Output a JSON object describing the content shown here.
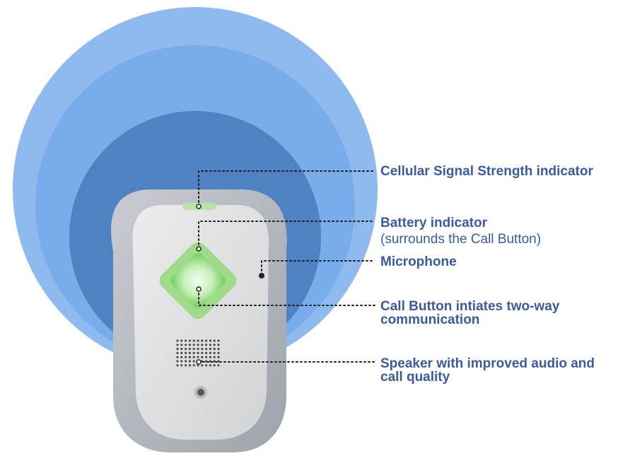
{
  "callouts": {
    "signal": {
      "title": "Cellular Signal Strength indicator"
    },
    "battery": {
      "title": "Battery indicator",
      "note": "(surrounds the Call Button)"
    },
    "microphone": {
      "title": "Microphone"
    },
    "call_button": {
      "line1": "Call Button intiates two-way",
      "line2": "communication"
    },
    "speaker": {
      "line1": "Speaker with improved audio and",
      "line2": "call quality"
    }
  },
  "colors": {
    "text": "#3a5c9c",
    "ring_outer": "#8fbaf0",
    "ring_middle": "#77abea",
    "ring_inner": "#4f82c2",
    "device_shell": "#b5b9c0",
    "device_face": "#dfdfe1",
    "indicator_green": "#9fdc8a"
  }
}
